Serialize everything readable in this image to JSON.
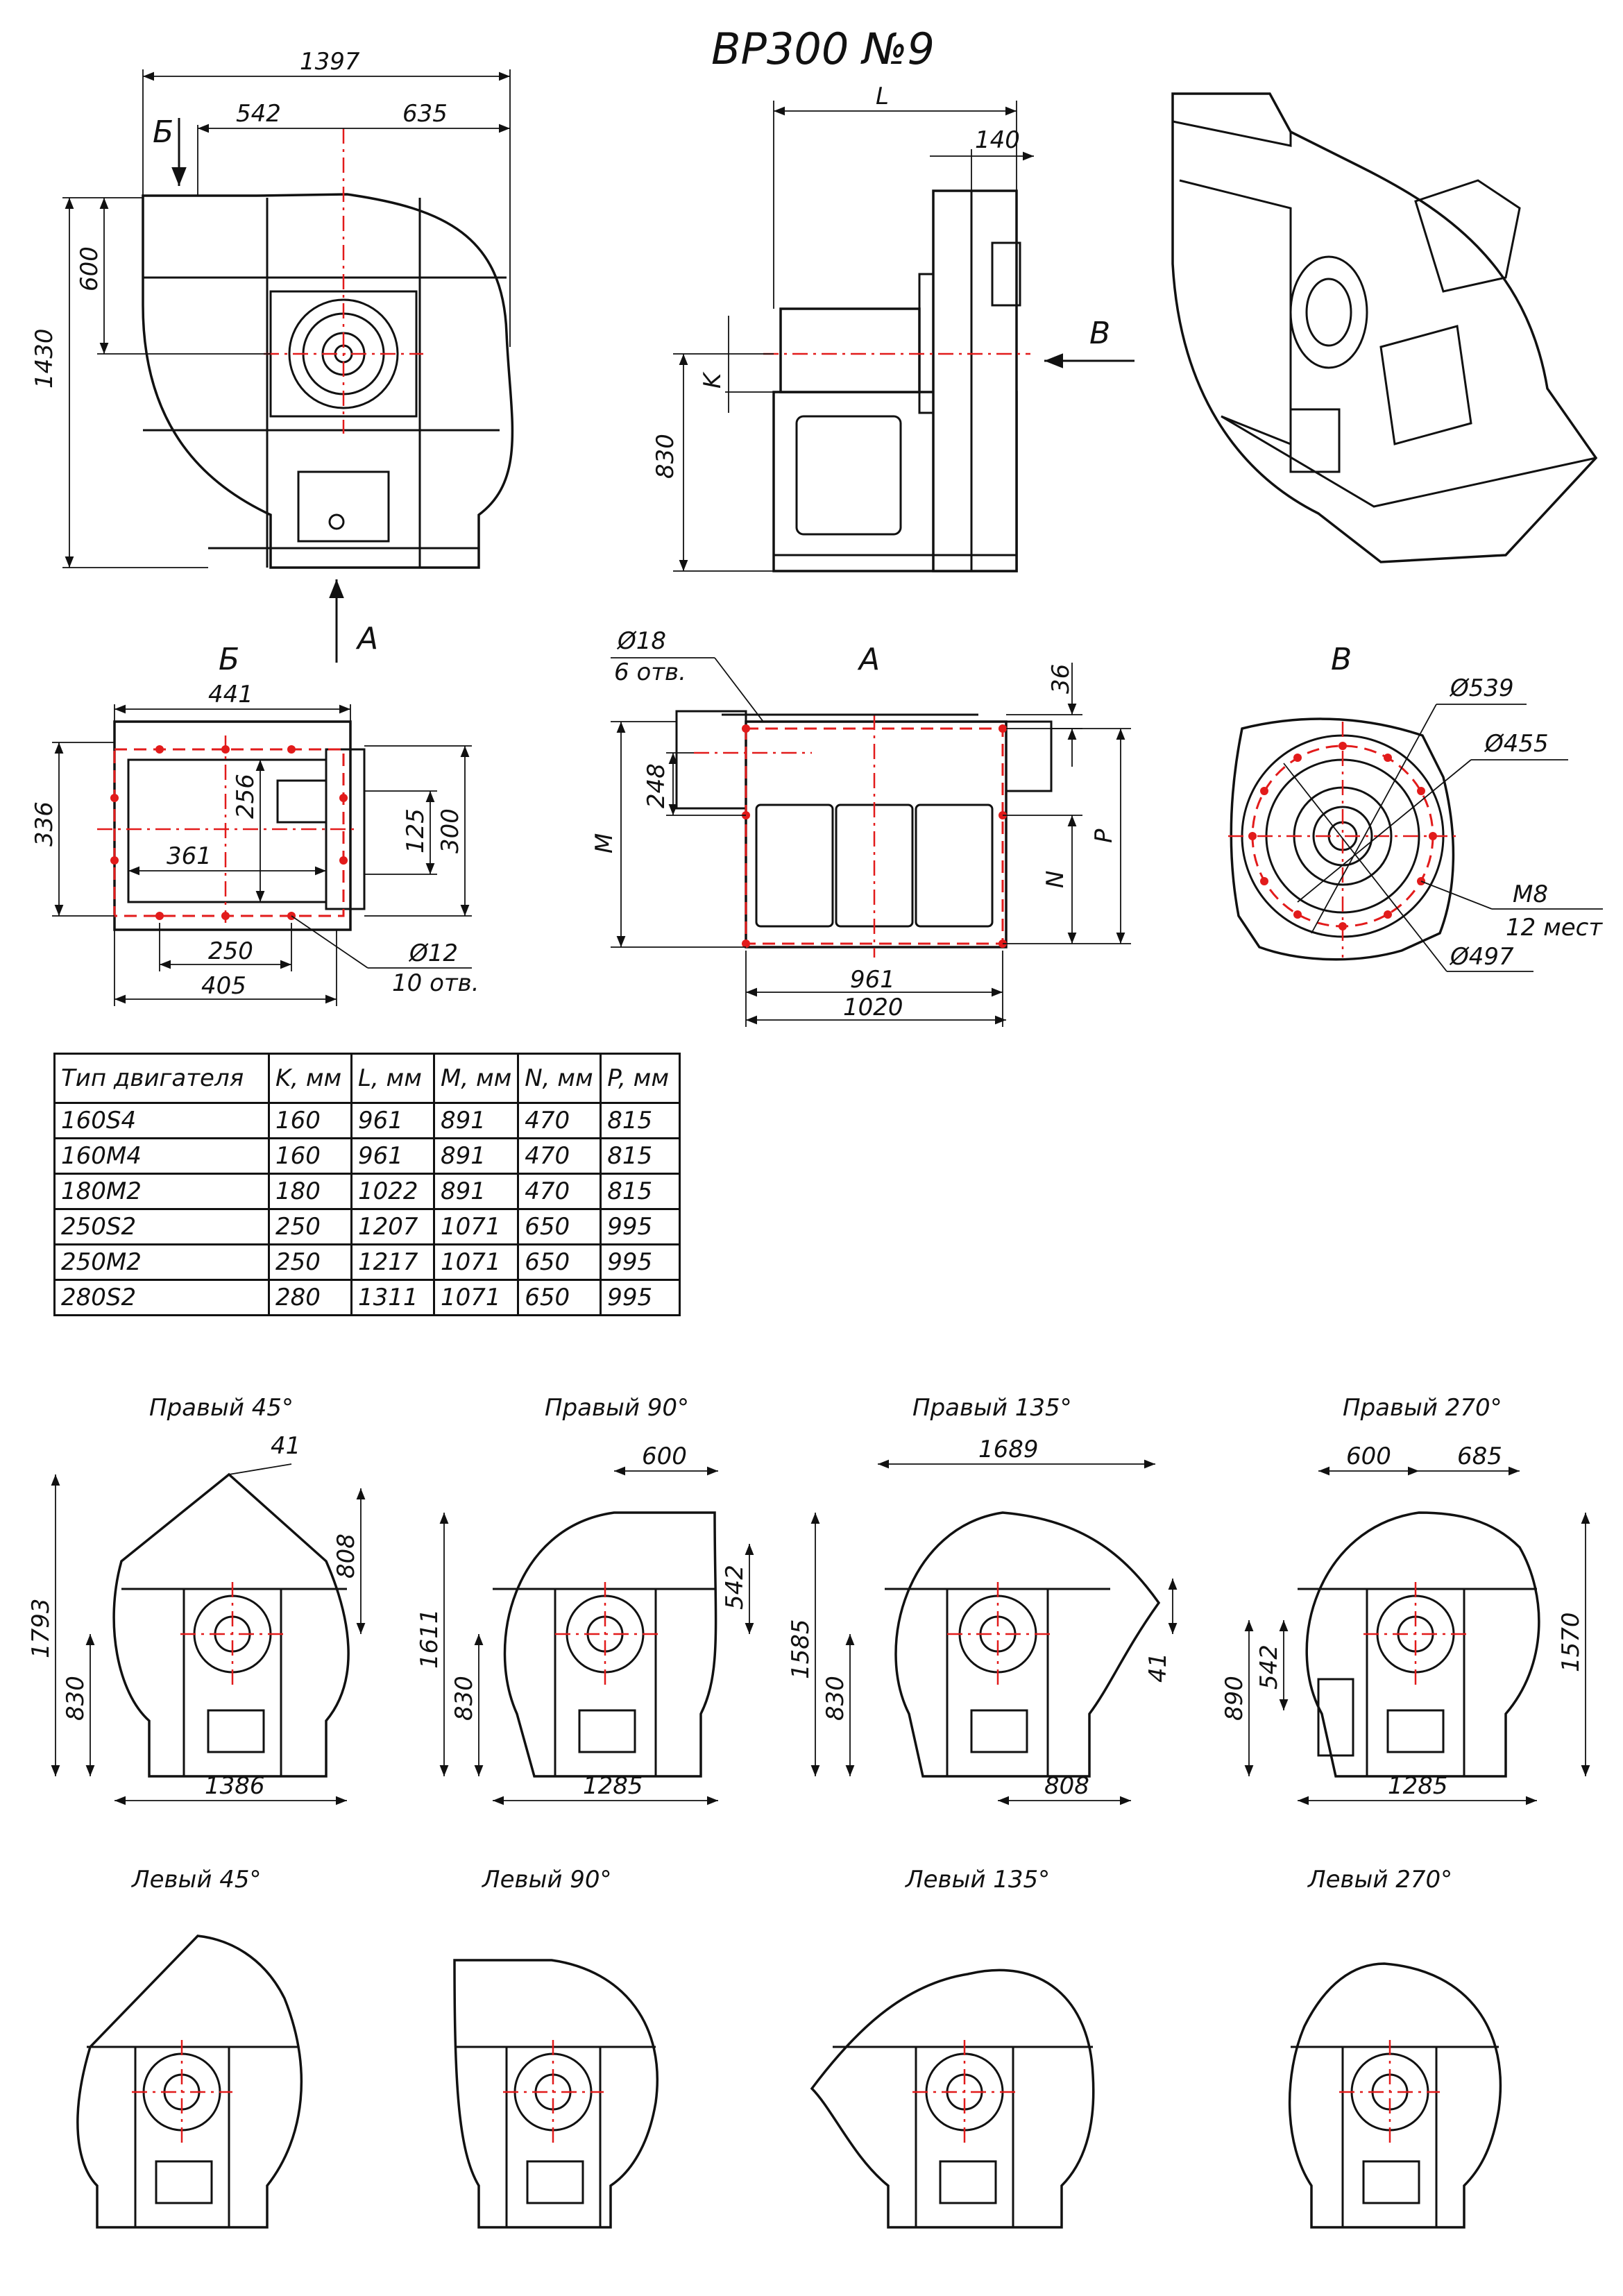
{
  "title": "ВР300 №9",
  "front_view": {
    "dims": {
      "overall_width": "1397",
      "left_width": "542",
      "right_width": "635",
      "height": "1430",
      "top_offset": "600"
    },
    "arrow_b": "Б",
    "arrow_a": "А"
  },
  "side_view": {
    "dims": {
      "length": "L",
      "flange_depth": "140",
      "k": "K",
      "axis_height": "830"
    },
    "arrow_v": "В"
  },
  "view_b": {
    "label": "Б",
    "dims": {
      "outer_w": "441",
      "outer_h": "336",
      "inner_h": "256",
      "inner_w": "361",
      "side_h": "125",
      "side_total": "300",
      "bolt_span": "250",
      "base_w": "405"
    },
    "holes": "Ø12",
    "holes_count": "10 отв."
  },
  "view_a": {
    "label": "А",
    "holes": "Ø18",
    "holes_count": "6 отв.",
    "dims": {
      "top": "36",
      "left": "248",
      "m": "M",
      "n": "N",
      "p": "P",
      "inner_w": "961",
      "outer_w": "1020"
    }
  },
  "view_v": {
    "label": "В",
    "dims": {
      "d1": "Ø539",
      "d2": "Ø455",
      "d3": "Ø497",
      "bolts": "M8",
      "bolts_count": "12 мест"
    }
  },
  "table": {
    "headers": [
      "Тип двигателя",
      "K, мм",
      "L, мм",
      "M, мм",
      "N, мм",
      "P, мм"
    ],
    "rows": [
      [
        "160S4",
        "160",
        "961",
        "891",
        "470",
        "815"
      ],
      [
        "160M4",
        "160",
        "961",
        "891",
        "470",
        "815"
      ],
      [
        "180M2",
        "180",
        "1022",
        "891",
        "470",
        "815"
      ],
      [
        "250S2",
        "250",
        "1207",
        "1071",
        "650",
        "995"
      ],
      [
        "250M2",
        "250",
        "1217",
        "1071",
        "650",
        "995"
      ],
      [
        "280S2",
        "280",
        "1311",
        "1071",
        "650",
        "995"
      ]
    ]
  },
  "orientations": {
    "right": [
      {
        "label": "Правый 45°",
        "dims": [
          "41",
          "1793",
          "808",
          "830",
          "1386"
        ]
      },
      {
        "label": "Правый 90°",
        "dims": [
          "600",
          "542",
          "1611",
          "830",
          "1285"
        ]
      },
      {
        "label": "Правый 135°",
        "dims": [
          "1689",
          "1585",
          "830",
          "41",
          "808"
        ]
      },
      {
        "label": "Правый 270°",
        "dims": [
          "600",
          "685",
          "1570",
          "890",
          "542",
          "1285"
        ]
      }
    ],
    "left": [
      {
        "label": "Левый 45°"
      },
      {
        "label": "Левый 90°"
      },
      {
        "label": "Левый 135°"
      },
      {
        "label": "Левый 270°"
      }
    ]
  },
  "colors": {
    "outline": "#111111",
    "centerline": "#e21b1b"
  }
}
